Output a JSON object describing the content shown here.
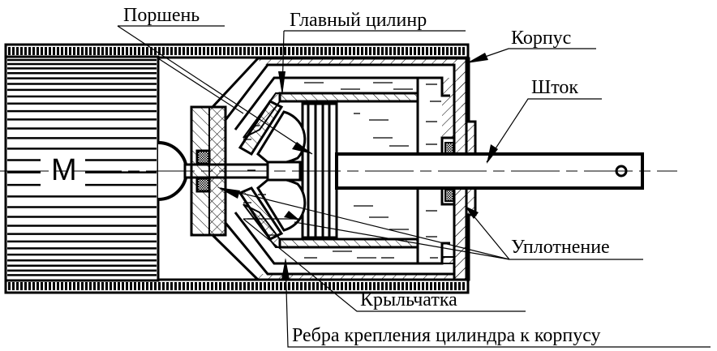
{
  "labels": {
    "piston": "Поршень",
    "main_cylinder": "Главный цилинр",
    "housing": "Корпус",
    "rod": "Шток",
    "seal": "Уплотнение",
    "impeller": "Крыльчатка",
    "ribs": "Ребра крепления цилиндра к корпусу",
    "motor": "М"
  },
  "colors": {
    "ink": "#000000",
    "background": "#ffffff"
  }
}
